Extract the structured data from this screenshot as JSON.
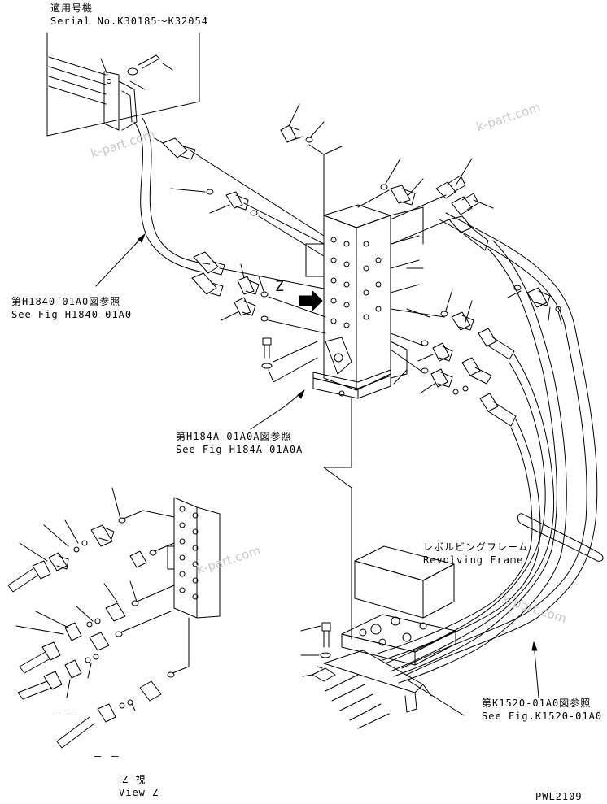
{
  "inset": {
    "applicable_jp": "適用号機",
    "serial": "Serial No.K30185～K32054"
  },
  "refs": [
    {
      "jp": "第H1840-01A0図参照",
      "en": "See Fig H1840-01A0"
    },
    {
      "jp": "第H184A-01A0A図参照",
      "en": "See Fig H184A-01A0A"
    },
    {
      "jp": "第K1520-01A0図参照",
      "en": "See Fig.K1520-01A0"
    }
  ],
  "frame": {
    "jp": "レボルビングフレーム",
    "en": "Revolving Frame"
  },
  "view": {
    "marker": "Z",
    "jp": "Z 視",
    "en": "View Z"
  },
  "dash_marks": [
    "－ －",
    "－ －"
  ],
  "watermark": "k-part.com",
  "drawing_code": "PWL2109"
}
